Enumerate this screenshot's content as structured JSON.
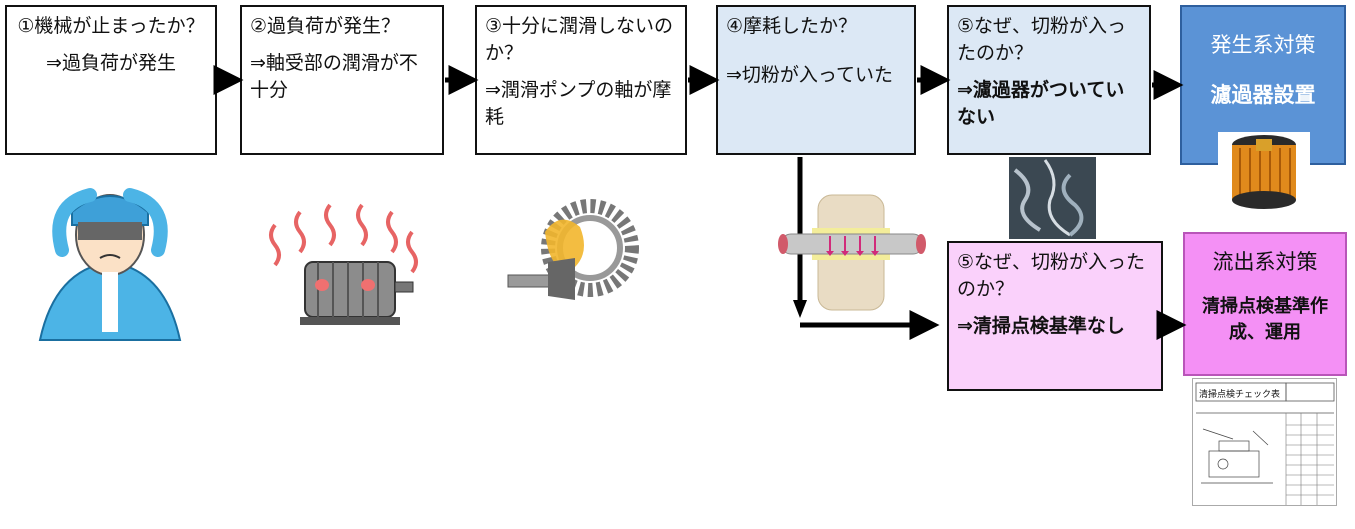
{
  "steps": [
    {
      "title": "①機械が止まったか？",
      "cause": "⇒過負荷が発生"
    },
    {
      "title": "②過負荷が発生？",
      "cause": "⇒軸受部の潤滑が不十分"
    },
    {
      "title": "③十分に潤滑しないのか？",
      "cause": "⇒潤滑ポンプの軸が摩耗"
    },
    {
      "title": "④摩耗したか？",
      "cause": "⇒切粉が入っていた"
    },
    {
      "title": "⑤なぜ、切粉が入ったのか？",
      "cause": "⇒濾過器がついていない"
    }
  ],
  "branch": {
    "title": "⑤なぜ、切粉が入ったのか？",
    "cause": "⇒清掃点検基準なし"
  },
  "countermeasures": {
    "source": {
      "heading": "発生系対策",
      "action": "濾過器設置"
    },
    "outflow": {
      "heading": "流出系対策",
      "action": "清掃点検基準作成、運用"
    }
  },
  "checklist": {
    "title": "清掃点検チェック表"
  },
  "colors": {
    "step_blue": "#dce8f5",
    "step_pink": "#fad1fb",
    "source_box": "#5b93d6",
    "outflow_box": "#f490f5"
  }
}
